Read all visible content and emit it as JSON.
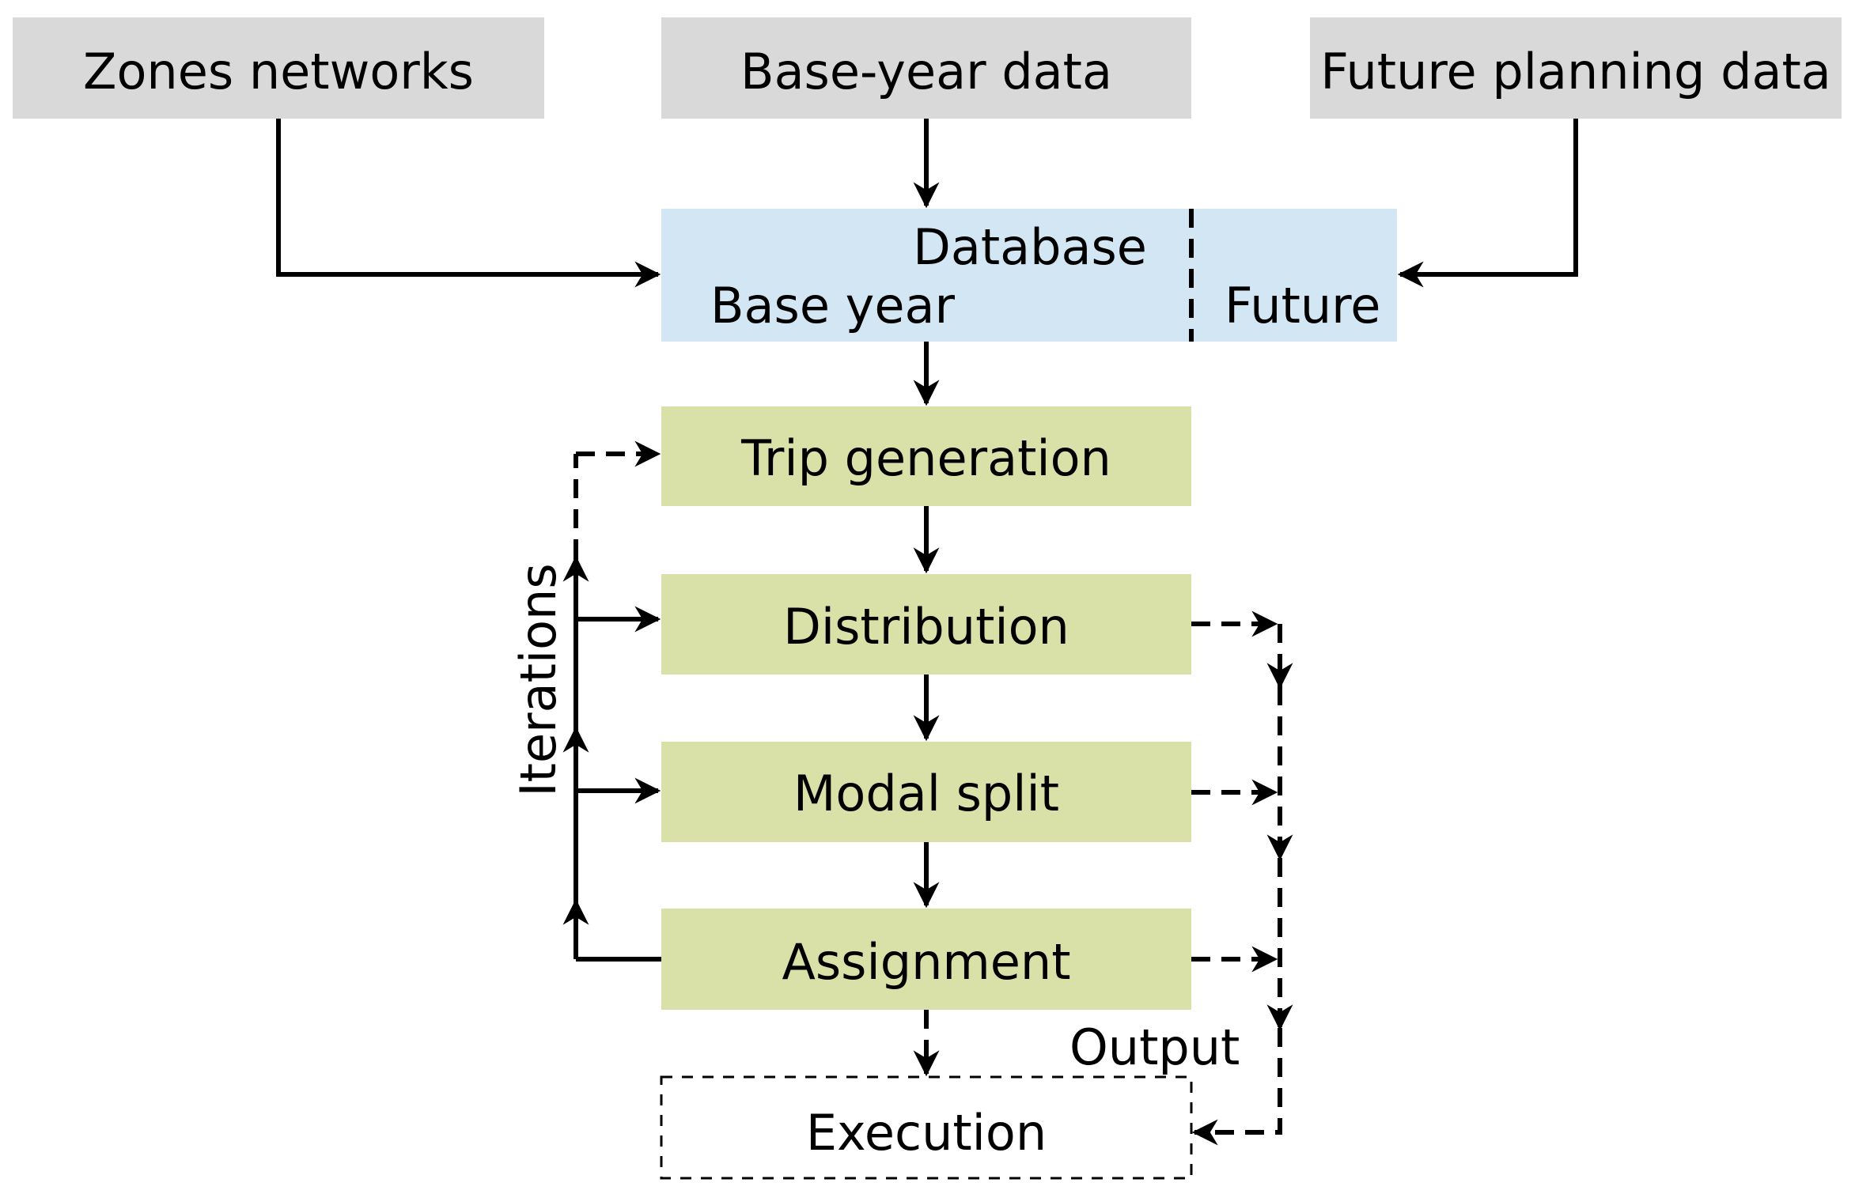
{
  "inputs": {
    "zones_networks": "Zones networks",
    "base_year_data": "Base-year data",
    "future_planning_data": "Future planning data"
  },
  "database": {
    "title": "Database",
    "base_year": "Base year",
    "future": "Future"
  },
  "steps": {
    "trip_generation": "Trip generation",
    "distribution": "Distribution",
    "modal_split": "Modal split",
    "assignment": "Assignment"
  },
  "iterations_label": "Iterations",
  "output_label": "Output",
  "execution_label": "Execution",
  "colors": {
    "input_box": "#d9d9d9",
    "database_box": "#d3e6f4",
    "step_box": "#d9e1a8",
    "lines": "#000000"
  }
}
